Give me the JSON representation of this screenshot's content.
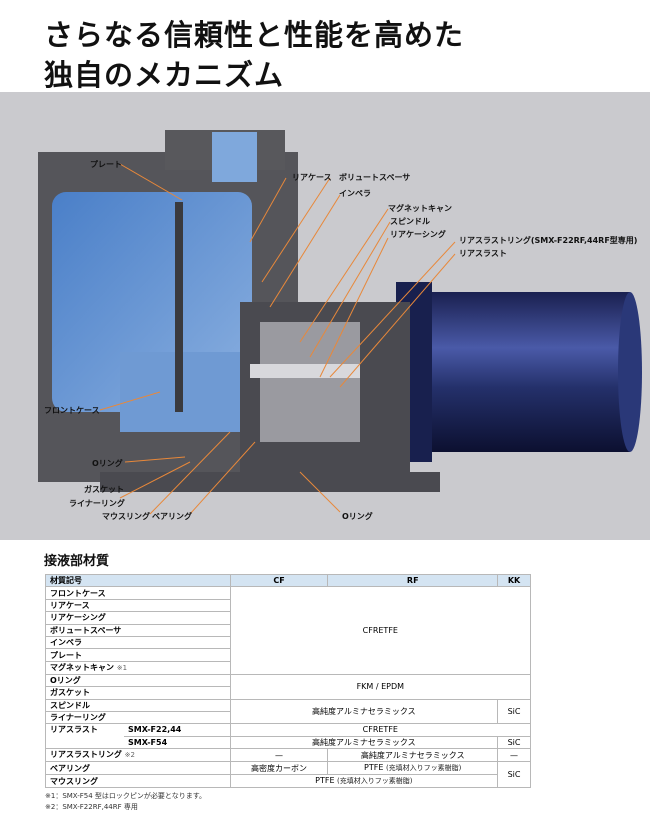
{
  "title": {
    "line1": "さらなる信頼性と性能を高めた",
    "line2": "独自のメカニズム"
  },
  "diagram": {
    "labels": {
      "plate": "プレート",
      "rear_case": "リアケース",
      "volute_spacer": "ボリュートスペーサ",
      "impeller": "インペラ",
      "magnet_can": "マグネットキャン",
      "spindle": "スピンドル",
      "rear_casing": "リアケーシング",
      "rear_thrust_ring": "リアスラストリング(SMX-F22RF,44RF型専用)",
      "rear_thrust": "リアスラスト",
      "front_case": "フロントケース",
      "o_ring_left": "Oリング",
      "gasket": "ガスケット",
      "liner_ring": "ライナーリング",
      "mouth_ring": "マウスリング",
      "bearing": "ベアリング",
      "o_ring_bottom": "Oリング"
    }
  },
  "materials": {
    "heading": "接液部材質",
    "headers": [
      "材質記号",
      "CF",
      "RF",
      "KK"
    ],
    "rows": {
      "front_case": "フロントケース",
      "rear_case": "リアケース",
      "rear_casing": "リアケーシング",
      "volute_spacer": "ボリュートスペーサ",
      "impeller": "インペラ",
      "plate": "プレート",
      "magnet_can": "マグネットキャン",
      "magnet_can_note": "※1",
      "o_ring": "Oリング",
      "gasket": "ガスケット",
      "spindle": "スピンドル",
      "liner_ring": "ライナーリング",
      "rear_thrust": "リアスラスト",
      "rear_thrust_m1": "SMX-F22,44",
      "rear_thrust_m2": "SMX-F54",
      "rear_thrust_ring": "リアスラストリング",
      "rear_thrust_ring_note": "※2",
      "bearing": "ベアリング",
      "mouth_ring": "マウスリング"
    },
    "values": {
      "cfretfe": "CFRETFE",
      "fkm": "FKM / EPDM",
      "alumina": "高純度アルミナセラミックス",
      "sic": "SiC",
      "cfretfe2": "CFRETFE",
      "alumina2": "高純度アルミナセラミックス",
      "sic2": "SiC",
      "dash1": "—",
      "alumina3": "高純度アルミナセラミックス",
      "dash2": "—",
      "carbon": "高密度カーボン",
      "ptfe1": "PTFE",
      "ptfe1_note": "(充填材入りフッ素樹脂)",
      "sic3": "SiC",
      "ptfe2": "PTFE",
      "ptfe2_note": "(充填材入りフッ素樹脂)"
    }
  },
  "footnotes": [
    "※1：SMX-F54 型はロックピンが必要となります。",
    "※2：SMX-F22RF,44RF 専用"
  ]
}
